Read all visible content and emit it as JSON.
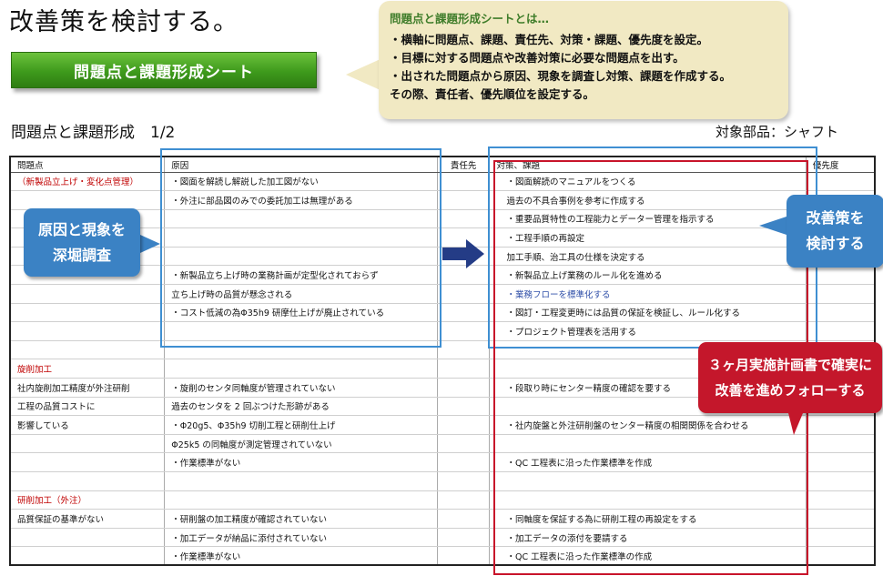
{
  "title": "改善策を検討する。",
  "sheet_badge": "問題点と課題形成シート",
  "info": {
    "title": "問題点と課題形成シートとは…",
    "lines": [
      "・横軸に問題点、課題、責任先、対策・課題、優先度を設定。",
      "・目標に対する問題点や改善対策に必要な問題点を出す。",
      "・出された問題点から原因、現象を調査し対策、課題を作成する。",
      "その際、責任者、優先順位を設定する。"
    ]
  },
  "table_title": "問題点と課題形成　1/2",
  "target_part": "対象部品：シャフト",
  "headers": {
    "problem": "問題点",
    "cause": "原因",
    "responsible": "責任先",
    "countermeasure": "対策、課題",
    "priority": "優先度"
  },
  "rows": [
    {
      "problem": "（新製品立上げ・変化点管理）",
      "problem_red": true,
      "cause": "・図面を解読し解説した加工図がない",
      "measure": "・図面解読のマニュアルをつくる"
    },
    {
      "problem": "",
      "cause": "・外注に部品図のみでの委託加工は無理がある",
      "measure": "過去の不具合事例を参考に作成する"
    },
    {
      "problem": "",
      "cause": "",
      "measure": "・重要品質特性の工程能力とデーター管理を指示する"
    },
    {
      "problem": "",
      "cause": "",
      "measure": "・工程手順の再設定"
    },
    {
      "problem": "",
      "cause": "",
      "measure": "加工手順、治工具の仕様を決定する"
    },
    {
      "problem": "",
      "cause": "・新製品立ち上げ時の業務計画が定型化されておらず",
      "measure": "・新製品立上げ業務のルール化を進める"
    },
    {
      "problem": "",
      "cause": "立ち上げ時の品質が懸念される",
      "measure": "・業務フローを標準化する",
      "measure_blue": true
    },
    {
      "problem": "",
      "cause": "・コスト低減の為Φ35h9 研摩仕上げが廃止されている",
      "measure": "・図訂・工程変更時には品質の保証を検証し、ルール化する"
    },
    {
      "problem": "",
      "cause": "",
      "measure": "・プロジェクト管理表を活用する"
    },
    {
      "problem": "",
      "cause": "",
      "measure": ""
    },
    {
      "problem": "旋削加工",
      "problem_red": true,
      "cause": "",
      "measure": ""
    },
    {
      "problem": "社内旋削加工精度が外注研削",
      "cause": "・旋削のセンタ同軸度が管理されていない",
      "measure": "・段取り時にセンター精度の確認を要する"
    },
    {
      "problem": "工程の品質コストに",
      "cause": "過去のセンタを 2 回ぶつけた形跡がある",
      "measure": ""
    },
    {
      "problem": "影響している",
      "cause": "・Φ20g5、Φ35h9 切削工程と研削仕上げ",
      "measure": "・社内旋盤と外注研削盤のセンター精度の相関関係を合わせる"
    },
    {
      "problem": "",
      "cause": "Φ25k5 の同軸度が測定管理されていない",
      "measure": ""
    },
    {
      "problem": "",
      "cause": "・作業標準がない",
      "measure": "・QC 工程表に沿った作業標準を作成"
    },
    {
      "problem": "",
      "cause": "",
      "measure": ""
    },
    {
      "problem": "研削加工（外注）",
      "problem_red": true,
      "cause": "",
      "measure": ""
    },
    {
      "problem": "品質保証の基準がない",
      "cause": "・研削盤の加工精度が確認されていない",
      "measure": "・同軸度を保証する為に研削工程の再設定をする"
    },
    {
      "problem": "",
      "cause": "・加工データが納品に添付されていない",
      "measure": "・加工データの添付を要請する"
    },
    {
      "problem": "",
      "cause": "・作業標準がない",
      "measure": "・QC 工程表に沿った作業標準の作成"
    }
  ],
  "callouts": {
    "investigate": [
      "原因と現象を",
      "深堀調査"
    ],
    "improve": [
      "改善策を",
      "検討する"
    ],
    "followup": [
      "３ヶ月実施計画書で確実に",
      "改善を進めフォローする"
    ]
  },
  "colors": {
    "badge_green": "#3e9a1c",
    "callout_beige": "#f1e9c3",
    "callout_blue": "#3b82c4",
    "callout_red": "#c4172b",
    "frame_blue": "#3f8fd2",
    "frame_red": "#c8142a",
    "arrow_navy": "#243c86"
  },
  "icons": {
    "flow_arrow": "right-arrow-icon"
  }
}
